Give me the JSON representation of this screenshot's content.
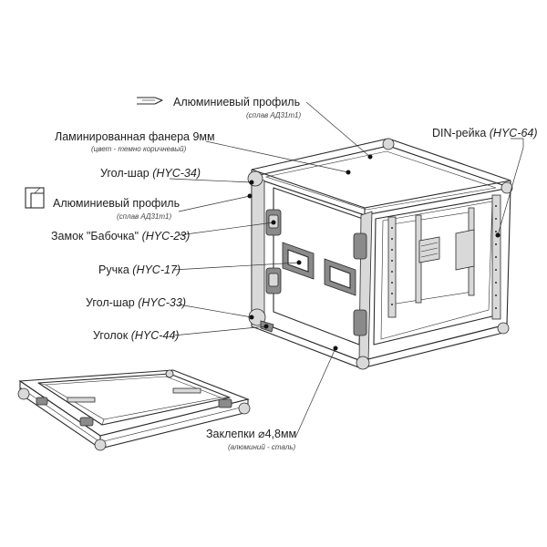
{
  "labels": {
    "profile_top": {
      "main": "Алюминиевый профиль",
      "note": "(сплав АД31т1)"
    },
    "plywood": {
      "main": "Ламинированная фанера 9мм",
      "note": "(цвет - темно коричневый)"
    },
    "corner_ball_top": {
      "main": "Угол-шар",
      "code": "(HYC-34)"
    },
    "profile_side": {
      "main": "Алюминиевый профиль",
      "note": "(сплав АД31т1)"
    },
    "butterfly_lock": {
      "main": "Замок \"Бабочка\"",
      "code": "(HYC-23)"
    },
    "handle": {
      "main": "Ручка",
      "code": "(HYC-17)"
    },
    "corner_ball_bottom": {
      "main": "Угол-шар",
      "code": "(HYC-33)"
    },
    "corner_bracket": {
      "main": "Уголок",
      "code": "(HYC-44)"
    },
    "din_rail": {
      "main": "DIN-рейка",
      "code": "(HYC-64)"
    },
    "rivets": {
      "main": "Заклепки ⌀4,8мм",
      "note": "(алюминий - сталь)"
    }
  }
}
